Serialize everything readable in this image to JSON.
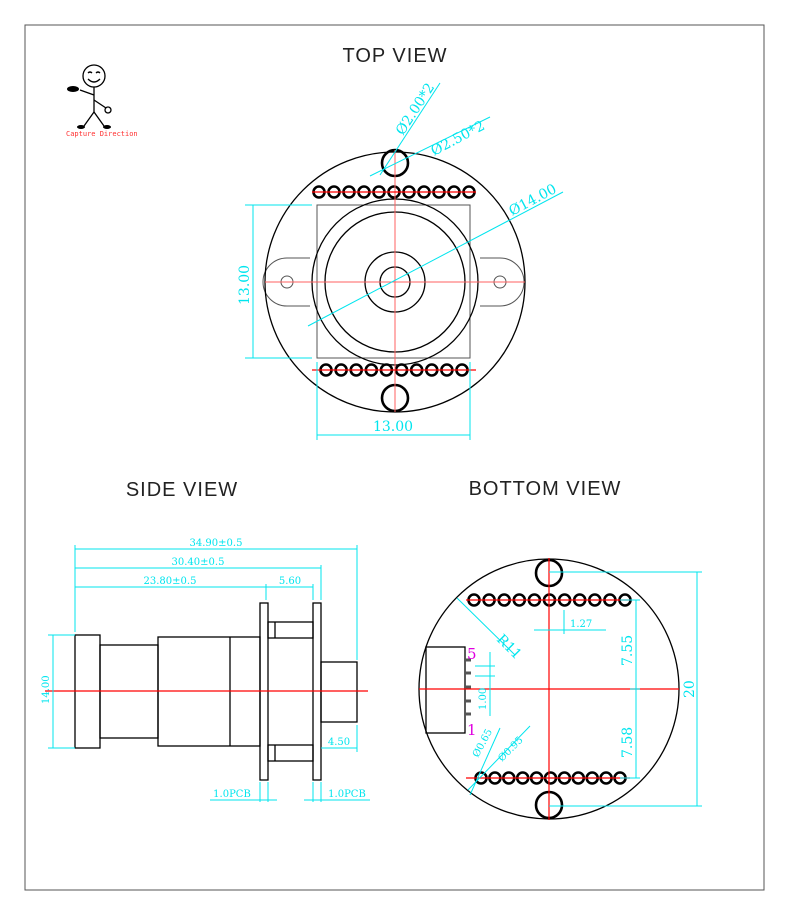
{
  "titles": {
    "top": "TOP VIEW",
    "side": "SIDE VIEW",
    "bottom": "BOTTOM  VIEW"
  },
  "logo": {
    "caption": "Capture Direction"
  },
  "top_view": {
    "dia_hole_small": "Ø2.00*2",
    "dia_hole_large": "Ø2.50*2",
    "dia_lens": "Ø14.00",
    "height": "13.00",
    "width": "13.00"
  },
  "side_view": {
    "overall": "34.90±0.5",
    "to_pcb2": "30.40±0.5",
    "to_pcb1": "23.80±0.5",
    "pcb_gap": "5.60",
    "height": "14.00",
    "connector": "4.50",
    "pcb1": "1.0PCB",
    "pcb2": "1.0PCB"
  },
  "bottom_view": {
    "pitch": "1.27",
    "radius": "R11",
    "upper": "7.55",
    "lower": "7.58",
    "diameter": "20",
    "pin_pitch": "1.00",
    "pad_inner": "Ø0.65",
    "pad_outer": "Ø0.95",
    "pin_first": "5",
    "pin_last": "1"
  },
  "colors": {
    "dimension": "#00e5ee",
    "centerline": "#ff0000",
    "pin_label": "#e000e0"
  }
}
